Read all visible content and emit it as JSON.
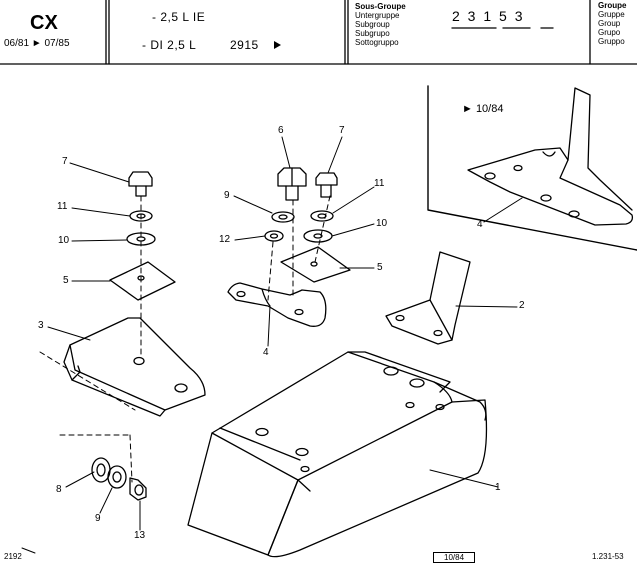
{
  "header": {
    "model": "CX",
    "dates": "06/81 ► 07/85",
    "engine_1": "- 2,5 L IE",
    "engine_2": "- DI 2,5 L",
    "engine_2_code": "2915",
    "subgroup_labels": [
      "Sous-Groupe",
      "Untergruppe",
      "Subgroup",
      "Subgrupo",
      "Sottogruppo"
    ],
    "subgroup_code": "2 3 1  5 3",
    "group_labels": [
      "Groupe",
      "Gruppe",
      "Group",
      "Grupo",
      "Gruppo"
    ]
  },
  "inset": {
    "label": "► 10/84"
  },
  "callouts": [
    "1",
    "2",
    "3",
    "4",
    "4",
    "5",
    "5",
    "6",
    "7",
    "7",
    "8",
    "9",
    "9",
    "10",
    "10",
    "11",
    "11",
    "12",
    "13"
  ],
  "footer": {
    "left": "2192",
    "middle": "10/84",
    "right": "1.231-53"
  }
}
